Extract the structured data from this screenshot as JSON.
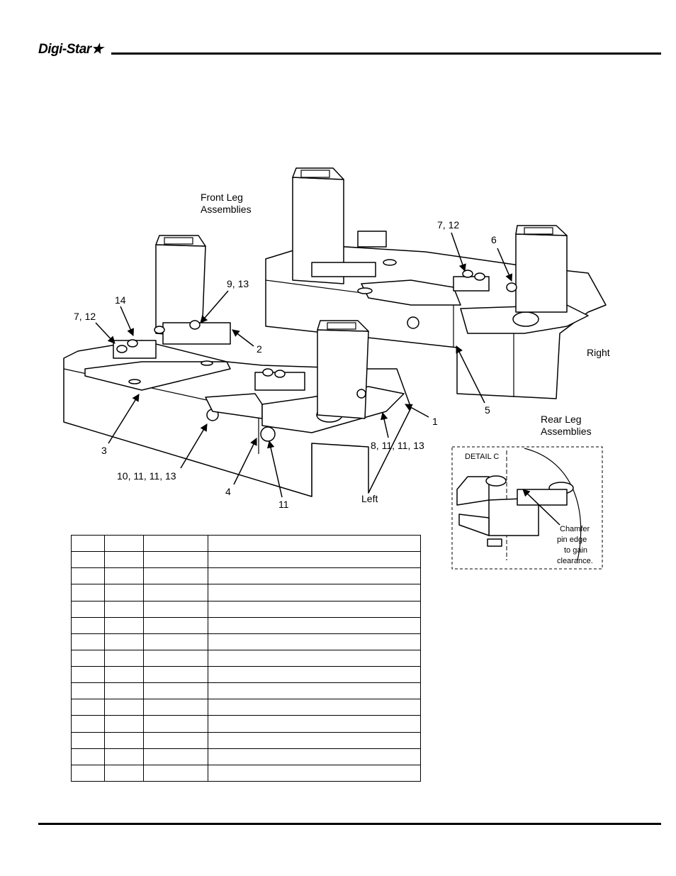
{
  "header": {
    "logo_text": "Digi-Star"
  },
  "labels": {
    "front_leg_line1": "Front Leg",
    "front_leg_line2": "Assemblies",
    "rear_leg_line1": "Rear Leg",
    "rear_leg_line2": "Assemblies",
    "right": "Right",
    "left": "Left"
  },
  "callouts": {
    "c7_12_left": "7, 12",
    "c14": "14",
    "c9_13": "9, 13",
    "c2": "2",
    "c3": "3",
    "c10_11_11_13": "10, 11, 11, 13",
    "c4": "4",
    "c11": "11",
    "c8_11_11_13": "8, 11, 11, 13",
    "c1": "1",
    "c7_12_right": "7, 12",
    "c6": "6",
    "c5": "5"
  },
  "detail": {
    "title": "DETAIL C",
    "note_line1": "Chamfer",
    "note_line2": "pin edge",
    "note_line3": "to gain",
    "note_line4": "clearance."
  },
  "parts_table": {
    "rows": [
      [
        "",
        "",
        "",
        ""
      ],
      [
        "",
        "",
        "",
        ""
      ],
      [
        "",
        "",
        "",
        ""
      ],
      [
        "",
        "",
        "",
        ""
      ],
      [
        "",
        "",
        "",
        ""
      ],
      [
        "",
        "",
        "",
        ""
      ],
      [
        "",
        "",
        "",
        ""
      ],
      [
        "",
        "",
        "",
        ""
      ],
      [
        "",
        "",
        "",
        ""
      ],
      [
        "",
        "",
        "",
        ""
      ],
      [
        "",
        "",
        "",
        ""
      ],
      [
        "",
        "",
        "",
        ""
      ],
      [
        "",
        "",
        "",
        ""
      ],
      [
        "",
        "",
        "",
        ""
      ],
      [
        "",
        "",
        "",
        ""
      ]
    ]
  }
}
